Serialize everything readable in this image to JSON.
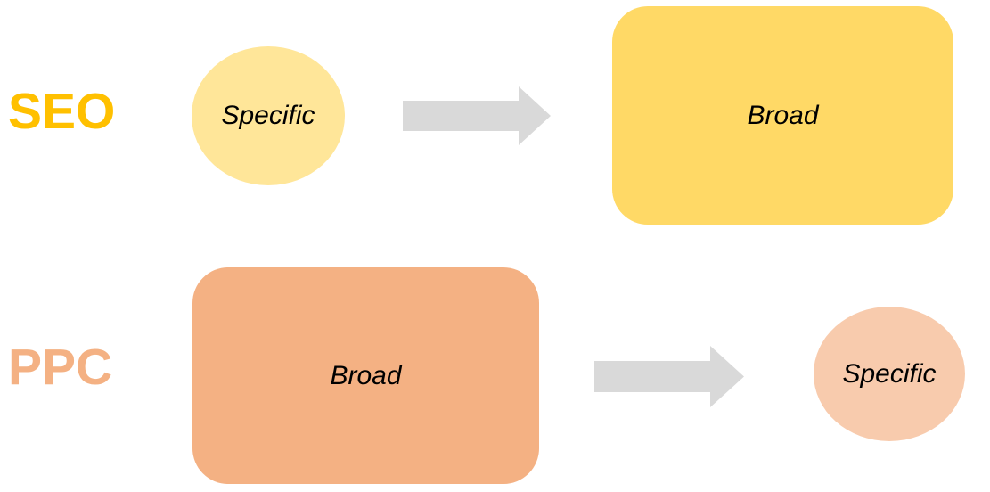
{
  "diagram": {
    "rows": [
      {
        "id": "seo",
        "label": "SEO",
        "start": {
          "shape": "ellipse",
          "text": "Specific",
          "fill": "#FFE699"
        },
        "arrow": {
          "direction": "right",
          "fill": "#D9D9D9"
        },
        "end": {
          "shape": "rounded-rectangle",
          "text": "Broad",
          "fill": "#FFD966"
        }
      },
      {
        "id": "ppc",
        "label": "PPC",
        "start": {
          "shape": "rounded-rectangle",
          "text": "Broad",
          "fill": "#F4B183"
        },
        "arrow": {
          "direction": "right",
          "fill": "#D9D9D9"
        },
        "end": {
          "shape": "ellipse",
          "text": "Specific",
          "fill": "#F8CBAD"
        }
      }
    ]
  },
  "colors": {
    "background": "#FFFFFF",
    "seo_label": "#FFC000",
    "seo_circle_fill": "#FFE699",
    "seo_rect_fill": "#FFD966",
    "ppc_label": "#F4B183",
    "ppc_rect_fill": "#F4B183",
    "ppc_circle_fill": "#F8CBAD",
    "arrow_fill": "#D9D9D9",
    "shape_text": "#000000"
  }
}
